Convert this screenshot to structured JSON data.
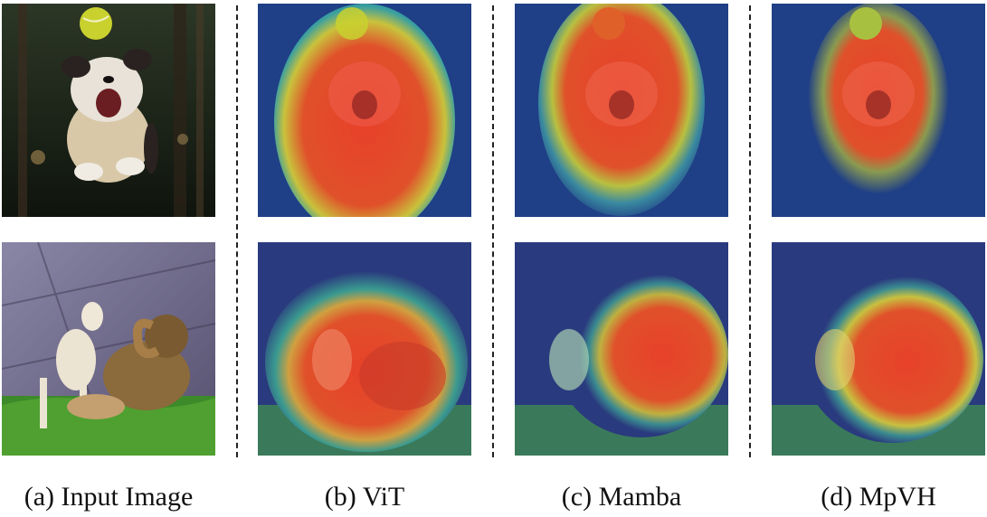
{
  "columns": [
    {
      "caption": "(a) Input Image",
      "kind": "input"
    },
    {
      "caption": "(b) ViT",
      "kind": "heat-vit"
    },
    {
      "caption": "(c) Mamba",
      "kind": "heat-mamba"
    },
    {
      "caption": "(d) MpVH",
      "kind": "heat-mpvh"
    }
  ],
  "rows": [
    {
      "subject": "dog jumping for tennis ball"
    },
    {
      "subject": "two goats on grass"
    }
  ],
  "colors": {
    "forest_dark": "#1a2418",
    "heat_red": "#e8412a",
    "heat_yellow": "#d9e34a",
    "heat_blue": "#1f3f86",
    "rock_purple": "#6f6a90",
    "grass_green": "#3c8a2a"
  }
}
